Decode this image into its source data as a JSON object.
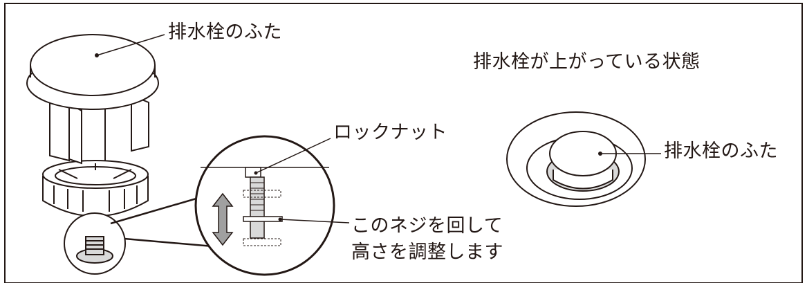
{
  "labels": {
    "drain_cap_left": "排水栓のふた",
    "raised_state": "排水栓が上がっている状態",
    "drain_cap_right": "排水栓のふた",
    "lock_nut": "ロックナット",
    "adjust_line1": "このネジを回して",
    "adjust_line2": "高さを調整します"
  },
  "colors": {
    "line": "#231815",
    "screw_fill": "#d9d9d9",
    "arrow_fill": "#a0a0a0",
    "background": "#ffffff"
  }
}
